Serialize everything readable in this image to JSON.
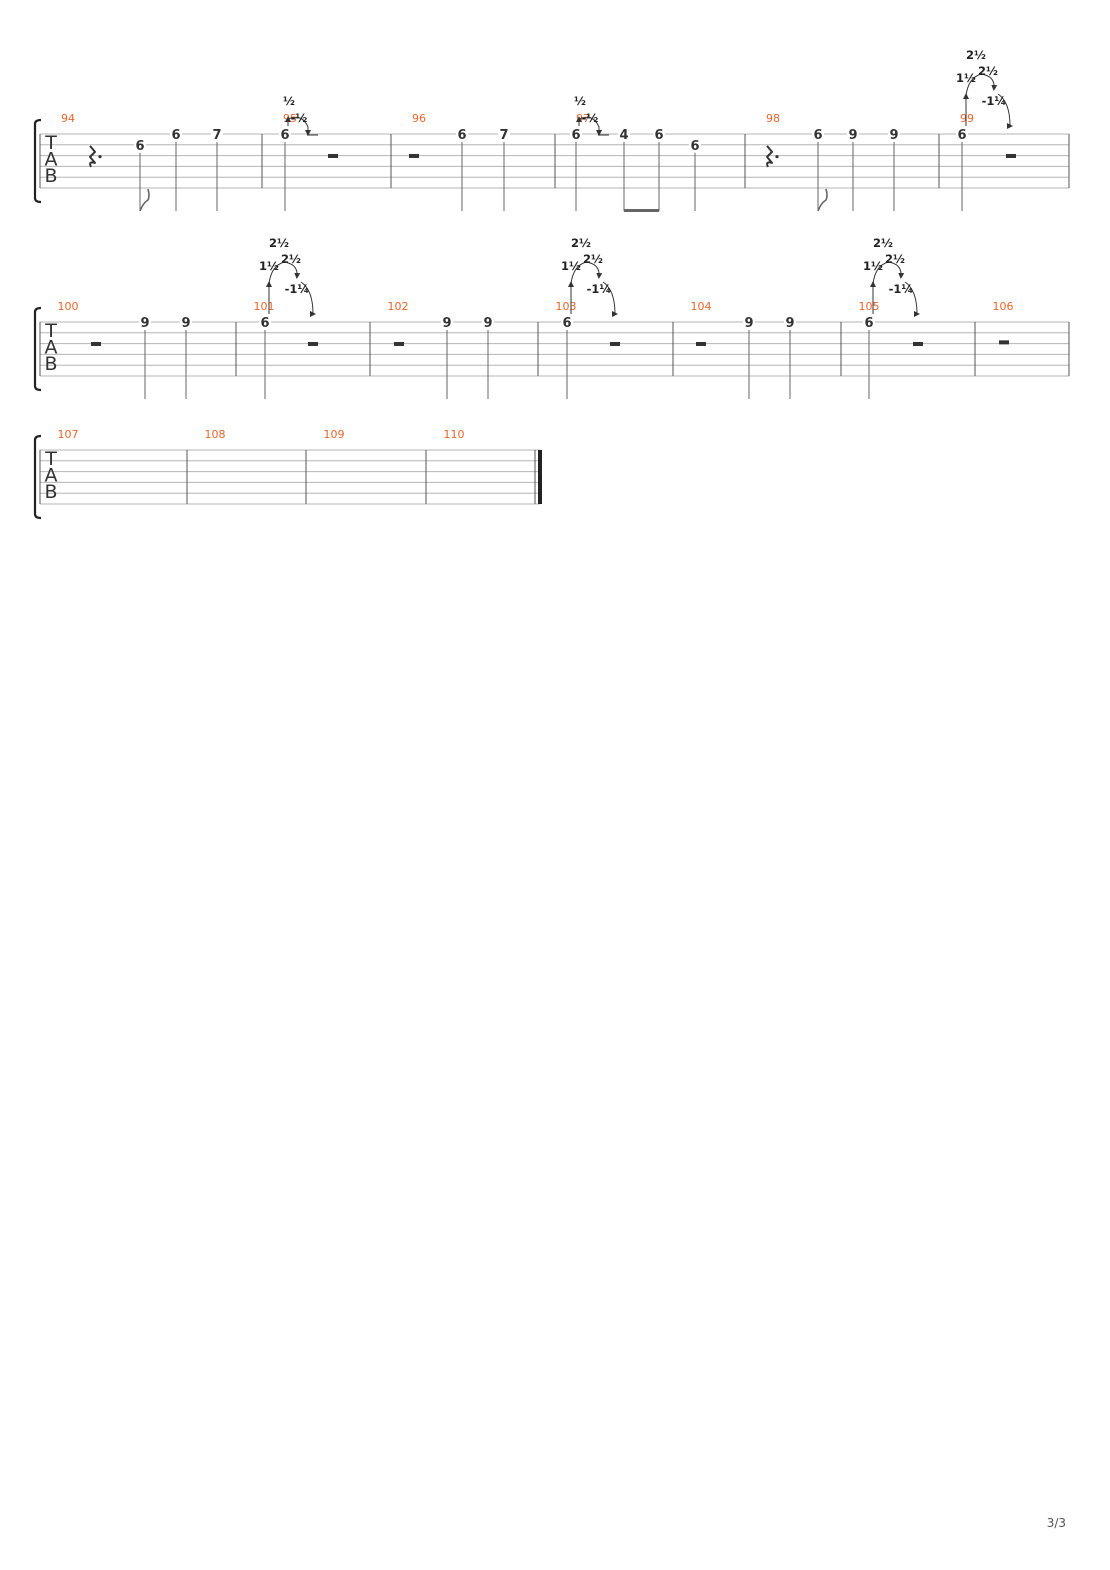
{
  "page_number": "3/3",
  "tab_clef": [
    "T",
    "A",
    "B"
  ],
  "bend_labels": {
    "half": "½",
    "one_half": "1½",
    "two_half": "2½",
    "minus_one_quarter": "-1¼"
  },
  "systems": [
    {
      "measures": [
        {
          "number": "94",
          "events": [
            {
              "kind": "rest",
              "value": "dotted-quarter"
            },
            {
              "kind": "note",
              "fret": "6",
              "string": 2,
              "flag": true
            },
            {
              "kind": "note",
              "fret": "6",
              "string": 1
            },
            {
              "kind": "note",
              "fret": "7",
              "string": 1
            }
          ]
        },
        {
          "number": "95",
          "events": [
            {
              "kind": "note",
              "fret": "6",
              "string": 1,
              "bend": "half_release"
            },
            {
              "kind": "rest",
              "value": "half"
            }
          ]
        },
        {
          "number": "96",
          "events": [
            {
              "kind": "rest",
              "value": "half"
            },
            {
              "kind": "note",
              "fret": "6",
              "string": 1
            },
            {
              "kind": "note",
              "fret": "7",
              "string": 1
            }
          ]
        },
        {
          "number": "97",
          "events": [
            {
              "kind": "note",
              "fret": "6",
              "string": 1,
              "bend": "half_release"
            },
            {
              "kind": "note",
              "fret": "4",
              "string": 1,
              "beam": "start"
            },
            {
              "kind": "note",
              "fret": "6",
              "string": 1,
              "beam": "end"
            },
            {
              "kind": "note",
              "fret": "6",
              "string": 2
            }
          ]
        },
        {
          "number": "98",
          "events": [
            {
              "kind": "rest",
              "value": "dotted-quarter"
            },
            {
              "kind": "note",
              "fret": "6",
              "string": 1,
              "flag": true
            },
            {
              "kind": "note",
              "fret": "9",
              "string": 1
            },
            {
              "kind": "note",
              "fret": "9",
              "string": 1
            }
          ]
        },
        {
          "number": "99",
          "events": [
            {
              "kind": "note",
              "fret": "6",
              "string": 1,
              "bend": "two_half"
            },
            {
              "kind": "rest",
              "value": "half"
            }
          ]
        }
      ]
    },
    {
      "measures": [
        {
          "number": "100",
          "events": [
            {
              "kind": "rest",
              "value": "half"
            },
            {
              "kind": "note",
              "fret": "9",
              "string": 1
            },
            {
              "kind": "note",
              "fret": "9",
              "string": 1
            }
          ]
        },
        {
          "number": "101",
          "events": [
            {
              "kind": "note",
              "fret": "6",
              "string": 1,
              "bend": "two_half"
            },
            {
              "kind": "rest",
              "value": "half"
            }
          ]
        },
        {
          "number": "102",
          "events": [
            {
              "kind": "rest",
              "value": "half"
            },
            {
              "kind": "note",
              "fret": "9",
              "string": 1
            },
            {
              "kind": "note",
              "fret": "9",
              "string": 1
            }
          ]
        },
        {
          "number": "103",
          "events": [
            {
              "kind": "note",
              "fret": "6",
              "string": 1,
              "bend": "two_half"
            },
            {
              "kind": "rest",
              "value": "half"
            }
          ]
        },
        {
          "number": "104",
          "events": [
            {
              "kind": "rest",
              "value": "half"
            },
            {
              "kind": "note",
              "fret": "9",
              "string": 1
            },
            {
              "kind": "note",
              "fret": "9",
              "string": 1
            }
          ]
        },
        {
          "number": "105",
          "events": [
            {
              "kind": "note",
              "fret": "6",
              "string": 1,
              "bend": "two_half"
            },
            {
              "kind": "rest",
              "value": "half"
            }
          ]
        },
        {
          "number": "106",
          "events": [
            {
              "kind": "rest",
              "value": "whole"
            }
          ]
        }
      ]
    },
    {
      "measures": [
        {
          "number": "107",
          "events": []
        },
        {
          "number": "108",
          "events": []
        },
        {
          "number": "109",
          "events": []
        },
        {
          "number": "110",
          "events": [],
          "final": true
        }
      ]
    }
  ]
}
